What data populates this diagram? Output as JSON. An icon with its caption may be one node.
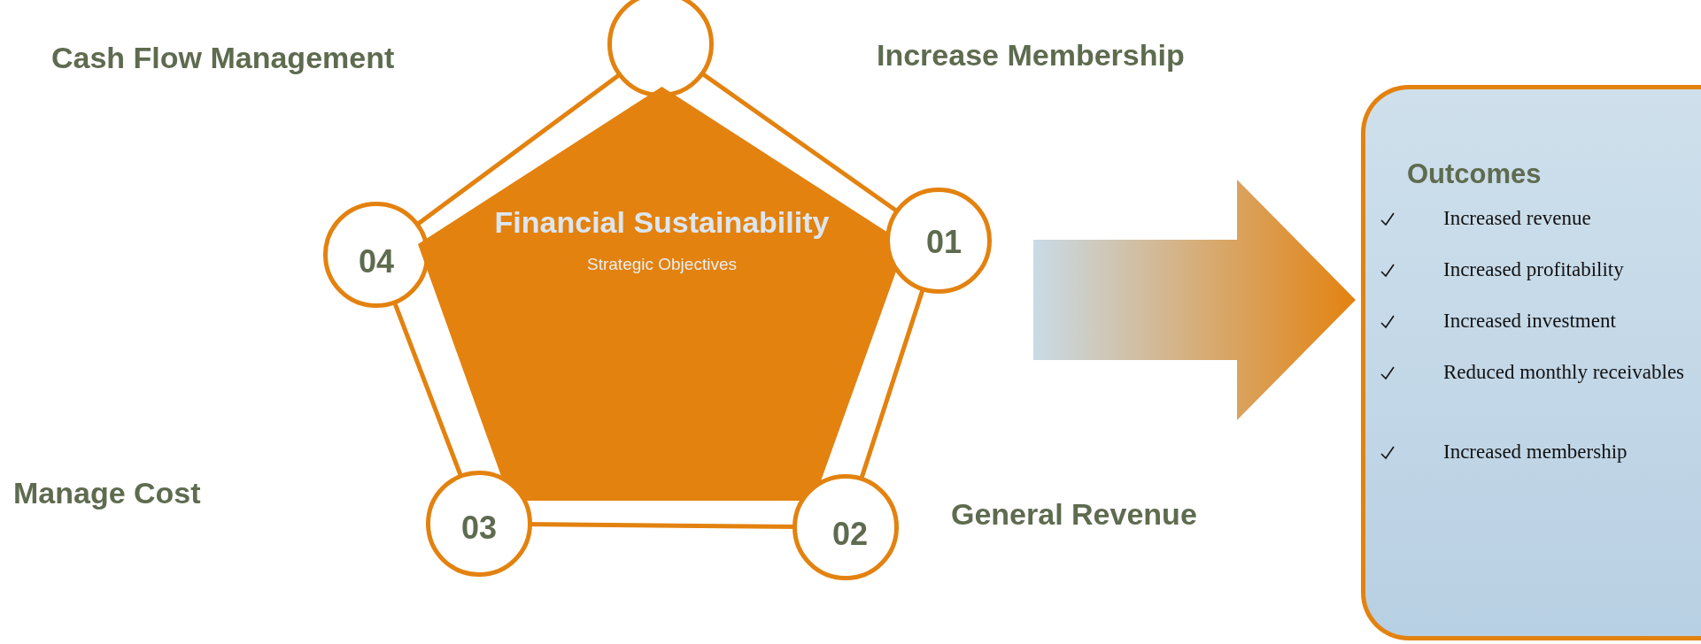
{
  "diagram": {
    "nodes": [
      {
        "text": [],
        "shape": "circle"
      },
      {
        "text": [
          "04"
        ]
      },
      {
        "text": [
          "Financial Sustainability",
          "Strategic Objectives"
        ]
      },
      {
        "text": [
          "01"
        ]
      },
      {
        "text": [
          "03"
        ]
      },
      {
        "text": [
          "02"
        ]
      },
      {
        "text": [
          "Outcomes",
          "Increased revenue",
          "Increased profitability",
          "Increased investment",
          "Reduced monthly receivables",
          "Increased membership"
        ]
      }
    ],
    "edges": [
      {
        "from": 2,
        "to": 6,
        "arrow": "to",
        "style": "thick"
      }
    ],
    "labels": [
      "Cash Flow Management",
      "Increase Membership",
      "Manage Cost",
      "General Revenue"
    ]
  }
}
